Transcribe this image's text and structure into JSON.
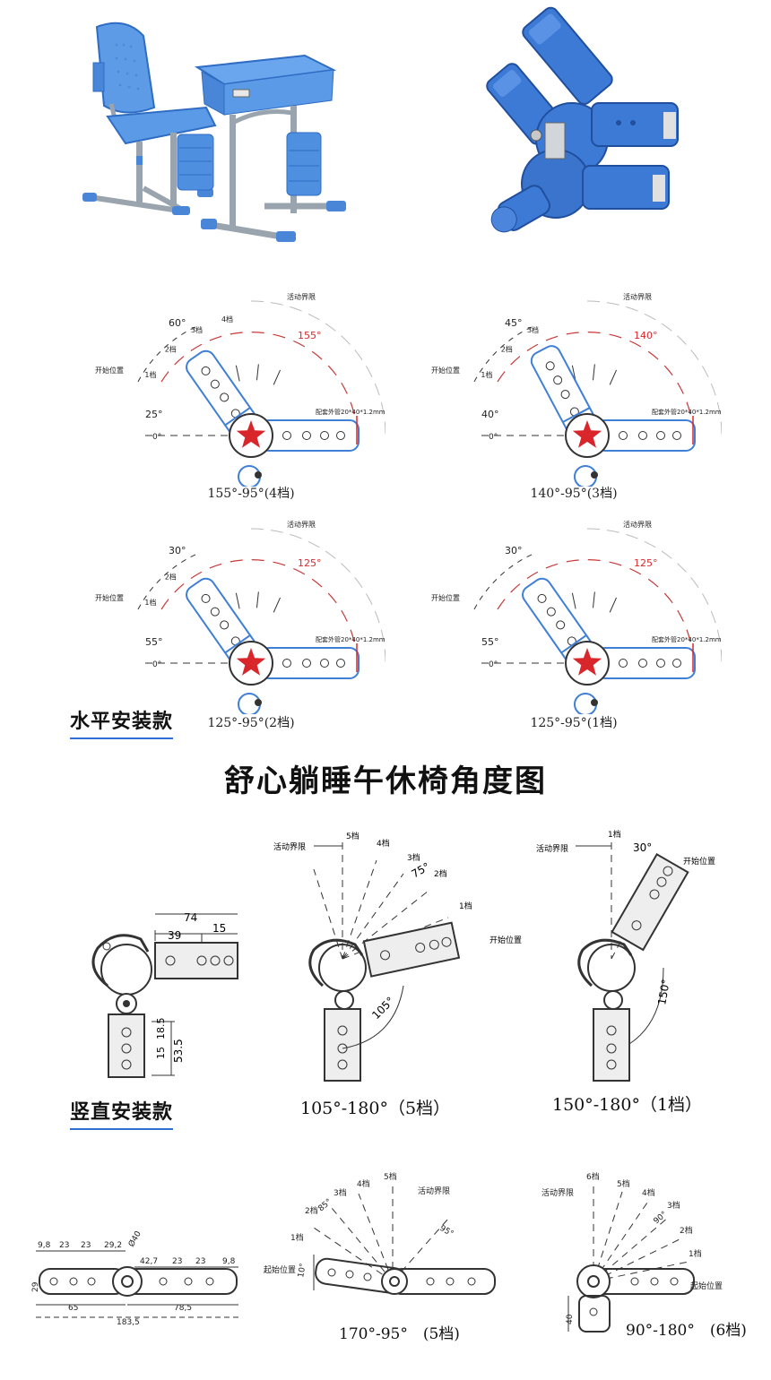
{
  "main_title": "舒心躺睡午休椅角度图",
  "sections": {
    "horizontal_label": "水平安装款",
    "vertical_label": "竖直安装款"
  },
  "horizontal_diagrams": [
    {
      "caption": "155°-95°(4档)",
      "angle_a": "60°",
      "angle_b": "155°",
      "angle_c": "25°",
      "zero": "0°",
      "start": "开始位置",
      "limit": "活动界限",
      "gears": [
        "1档",
        "2档",
        "3档",
        "4档"
      ],
      "tube": "配套外管20*40*1.2mm"
    },
    {
      "caption": "140°-95°(3档)",
      "angle_a": "45°",
      "angle_b": "140°",
      "angle_c": "40°",
      "zero": "0°",
      "start": "开始位置",
      "limit": "活动界限",
      "gears": [
        "1档",
        "2档",
        "3档"
      ],
      "tube": "配套外管20*40*1.2mm"
    },
    {
      "caption": "125°-95°(2档)",
      "angle_a": "30°",
      "angle_b": "125°",
      "angle_c": "55°",
      "zero": "0°",
      "start": "开始位置",
      "limit": "活动界限",
      "gears": [
        "1档",
        "2档"
      ],
      "tube": "配套外管20*40*1.2mm"
    },
    {
      "caption": "125°-95°(1档)",
      "angle_a": "30°",
      "angle_b": "125°",
      "angle_c": "55°",
      "zero": "0°",
      "start": "开始位置",
      "limit": "活动界限",
      "gears": [],
      "tube": "配套外管20*40*1.2mm"
    }
  ],
  "vertical_diagrams": {
    "dims": {
      "d74": "74",
      "d39": "39",
      "d15": "15",
      "d18_5": "18.5",
      "d15b": "15",
      "d53_5": "53.5"
    },
    "five_gear": {
      "caption": "105°-180°（5档）",
      "limit": "活动界限",
      "start": "开始位置",
      "gears": [
        "5档",
        "4档",
        "3档",
        "2档",
        "1档"
      ],
      "angle_75": "75°",
      "angle_105": "105°"
    },
    "one_gear": {
      "caption": "150°-180°（1档）",
      "limit": "活动界限",
      "start": "开始位置",
      "gear": "1档",
      "angle_30": "30°",
      "angle_150": "150°"
    }
  },
  "bottom_diagrams": {
    "dims": {
      "a": "9,8",
      "b": "23",
      "c": "23",
      "d": "29,2",
      "phi40": "Ø40",
      "e": "42,7",
      "f": "23",
      "g": "23",
      "h": "9,8",
      "height": "29",
      "left_len": "65",
      "total": "183,5",
      "right_len": "78,5"
    },
    "five_gear": {
      "caption": "170°-95°　(5档)",
      "start": "起始位置",
      "limit": "活动界限",
      "gears": [
        "1档",
        "2档",
        "3档",
        "4档",
        "5档"
      ],
      "angle_85": "85°",
      "angle_95": "95°",
      "angle_10": "10°"
    },
    "six_gear": {
      "caption": "90°-180°　(6档)",
      "start": "起始位置",
      "limit": "活动界限",
      "gears": [
        "1档",
        "2档",
        "3档",
        "4档",
        "5档",
        "6档"
      ],
      "angle_90": "90°",
      "height": "40"
    }
  },
  "colors": {
    "blue": "#3f7fd8",
    "blue_dark": "#2a5fb0",
    "red": "#d8262b",
    "red_line": "#c83a3a",
    "line": "#333333",
    "faint": "#bbbbbb"
  }
}
